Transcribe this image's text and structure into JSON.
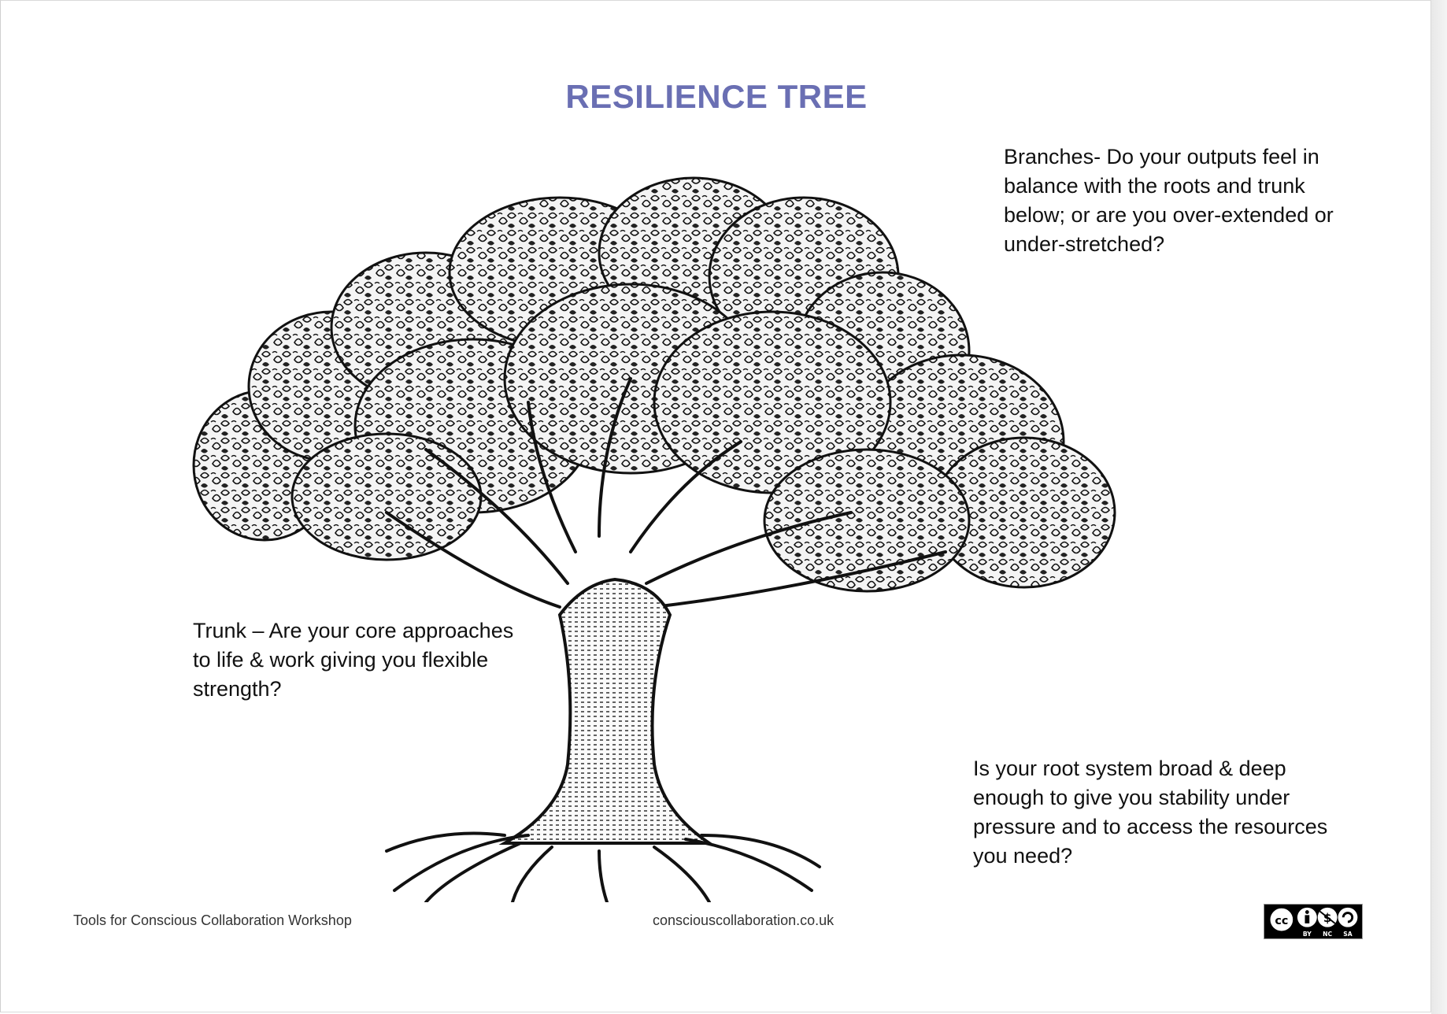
{
  "title": "RESILIENCE TREE",
  "notes": {
    "branches": "Branches- Do your outputs feel in balance with the roots and trunk below; or are you over-extended or under-stretched?",
    "trunk": "Trunk – Are your core approaches to life & work giving you flexible strength?",
    "roots": "Is your root system broad & deep enough to give you stability under pressure and to access the resources you need?"
  },
  "footer": {
    "left": "Tools for Conscious Collaboration Workshop",
    "center": "consciouscollaboration.co.uk"
  },
  "license_badge": {
    "icon": "cc-by-nc-sa-icon",
    "labels": [
      "BY",
      "NC",
      "SA"
    ]
  },
  "illustration": {
    "icon": "tree-illustration"
  }
}
